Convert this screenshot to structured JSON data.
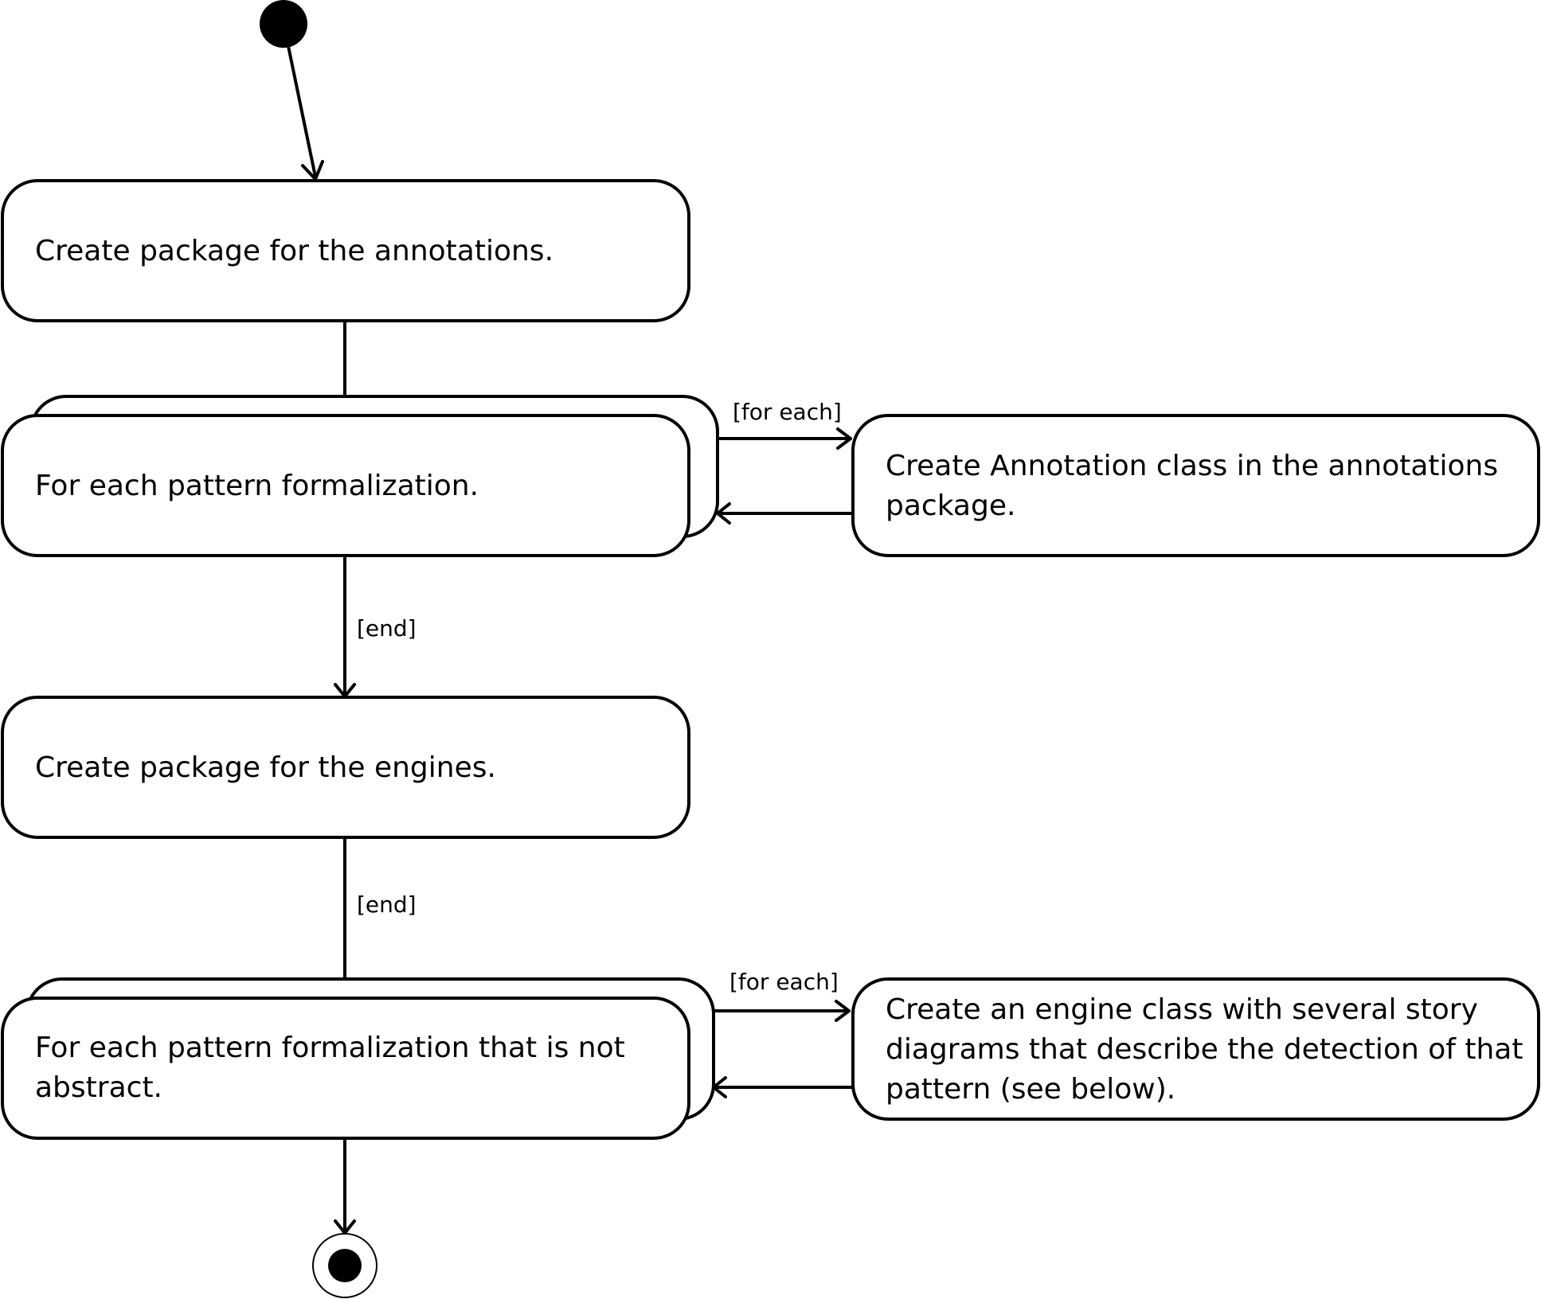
{
  "nodes": {
    "create_annotations_pkg": {
      "lines": [
        "Create package for the annotations."
      ]
    },
    "foreach_formalization": {
      "lines": [
        "For each pattern formalization."
      ]
    },
    "create_annotation_class": {
      "lines": [
        "Create Annotation class in the annotations",
        "package."
      ]
    },
    "create_engines_pkg": {
      "lines": [
        "Create package for the engines."
      ]
    },
    "foreach_nonabstract": {
      "lines": [
        "For each pattern formalization that is not",
        "abstract."
      ]
    },
    "create_engine_class": {
      "lines": [
        "Create an engine class with several story",
        "diagrams that describe the detection of that",
        "pattern (see below)."
      ]
    }
  },
  "guards": {
    "for_each_1": "[for each]",
    "end_1": "[end]",
    "end_2": "[end]",
    "for_each_2": "[for each]"
  },
  "colors": {
    "stroke": "#000000",
    "fill": "#ffffff"
  }
}
